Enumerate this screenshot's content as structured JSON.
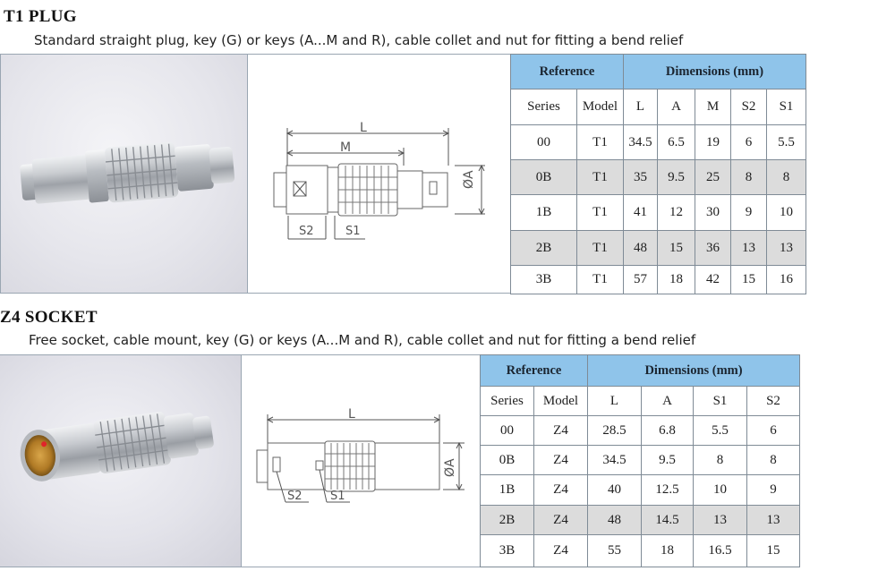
{
  "t1": {
    "title": "T1 PLUG",
    "subtitle": "Standard straight plug, key (G) or keys (A...M and R), cable collet and nut for fitting a bend relief",
    "drawing": {
      "L": "L",
      "M": "M",
      "A": "ØA",
      "S2": "S2",
      "S1": "S1"
    },
    "table": {
      "group_ref": "Reference",
      "group_dim": "Dimensions  (mm)",
      "headers": [
        "Series",
        "Model",
        "L",
        "A",
        "M",
        "S2",
        "S1"
      ],
      "rows": [
        [
          "00",
          "T1",
          "34.5",
          "6.5",
          "19",
          "6",
          "5.5"
        ],
        [
          "0B",
          "T1",
          "35",
          "9.5",
          "25",
          "8",
          "8"
        ],
        [
          "1B",
          "T1",
          "41",
          "12",
          "30",
          "9",
          "10"
        ],
        [
          "2B",
          "T1",
          "48",
          "15",
          "36",
          "13",
          "13"
        ],
        [
          "3B",
          "T1",
          "57",
          "18",
          "42",
          "15",
          "16"
        ]
      ]
    }
  },
  "z4": {
    "title": "Z4 SOCKET",
    "subtitle": "Free socket, cable mount, key (G) or keys (A...M and R), cable collet and nut for fitting a bend relief",
    "drawing": {
      "L": "L",
      "A": "ØA",
      "S2": "S2",
      "S1": "S1"
    },
    "table": {
      "group_ref": "Reference",
      "group_dim": "Dimensions  (mm)",
      "headers": [
        "Series",
        "Model",
        "L",
        "A",
        "S1",
        "S2"
      ],
      "rows": [
        [
          "00",
          "Z4",
          "28.5",
          "6.8",
          "5.5",
          "6"
        ],
        [
          "0B",
          "Z4",
          "34.5",
          "9.5",
          "8",
          "8"
        ],
        [
          "1B",
          "Z4",
          "40",
          "12.5",
          "10",
          "9"
        ],
        [
          "2B",
          "Z4",
          "48",
          "14.5",
          "13",
          "13"
        ],
        [
          "3B",
          "Z4",
          "55",
          "18",
          "16.5",
          "15"
        ]
      ]
    }
  }
}
